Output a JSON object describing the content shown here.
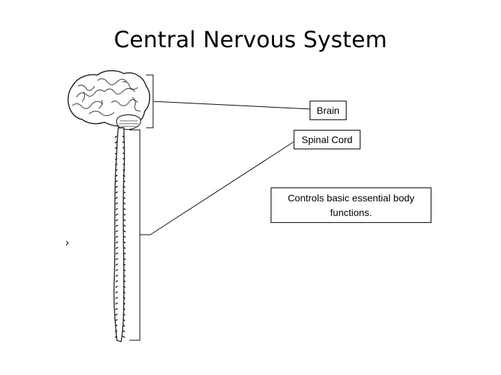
{
  "title": "Central Nervous System",
  "labels": {
    "brain": "Brain",
    "spinal_cord": "Spinal Cord",
    "function": "Controls basic essential body functions."
  },
  "icons": [
    "brain-illustration",
    "spinal-cord-illustration"
  ]
}
